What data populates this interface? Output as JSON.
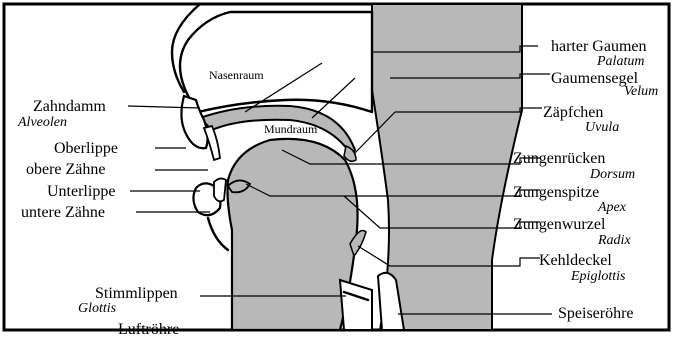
{
  "labels": {
    "nasenraum": "Nasenraum",
    "mundraum": "Mundraum",
    "harter_gaumen": "harter Gaumen",
    "palatum": "Palatum",
    "gaumensegel": "Gaumensegel",
    "velum": "Velum",
    "zaepfchen": "Zäpfchen",
    "uvula": "Uvula",
    "zungenruecken": "Zungenrücken",
    "dorsum": "Dorsum",
    "zungenspitze": "Zungenspitze",
    "apex": "Apex",
    "zungenwurzel": "Zungenwurzel",
    "radix": "Radix",
    "kehldeckel": "Kehldeckel",
    "epiglottis": "Epiglottis",
    "speiseroehre": "Speiseröhre",
    "zahndamm": "Zahndamm",
    "alveolen": "Alveolen",
    "oberlippe": "Oberlippe",
    "obere_zaehne": "obere Zähne",
    "unterlippe": "Unterlippe",
    "untere_zaehne": "untere Zähne",
    "stimmlippen": "Stimmlippen",
    "glottis": "Glottis",
    "luftroehre": "Luftröhre"
  },
  "colors": {
    "tissue_gray": "#b8b8b8",
    "outline": "#000000",
    "background": "#ffffff"
  }
}
